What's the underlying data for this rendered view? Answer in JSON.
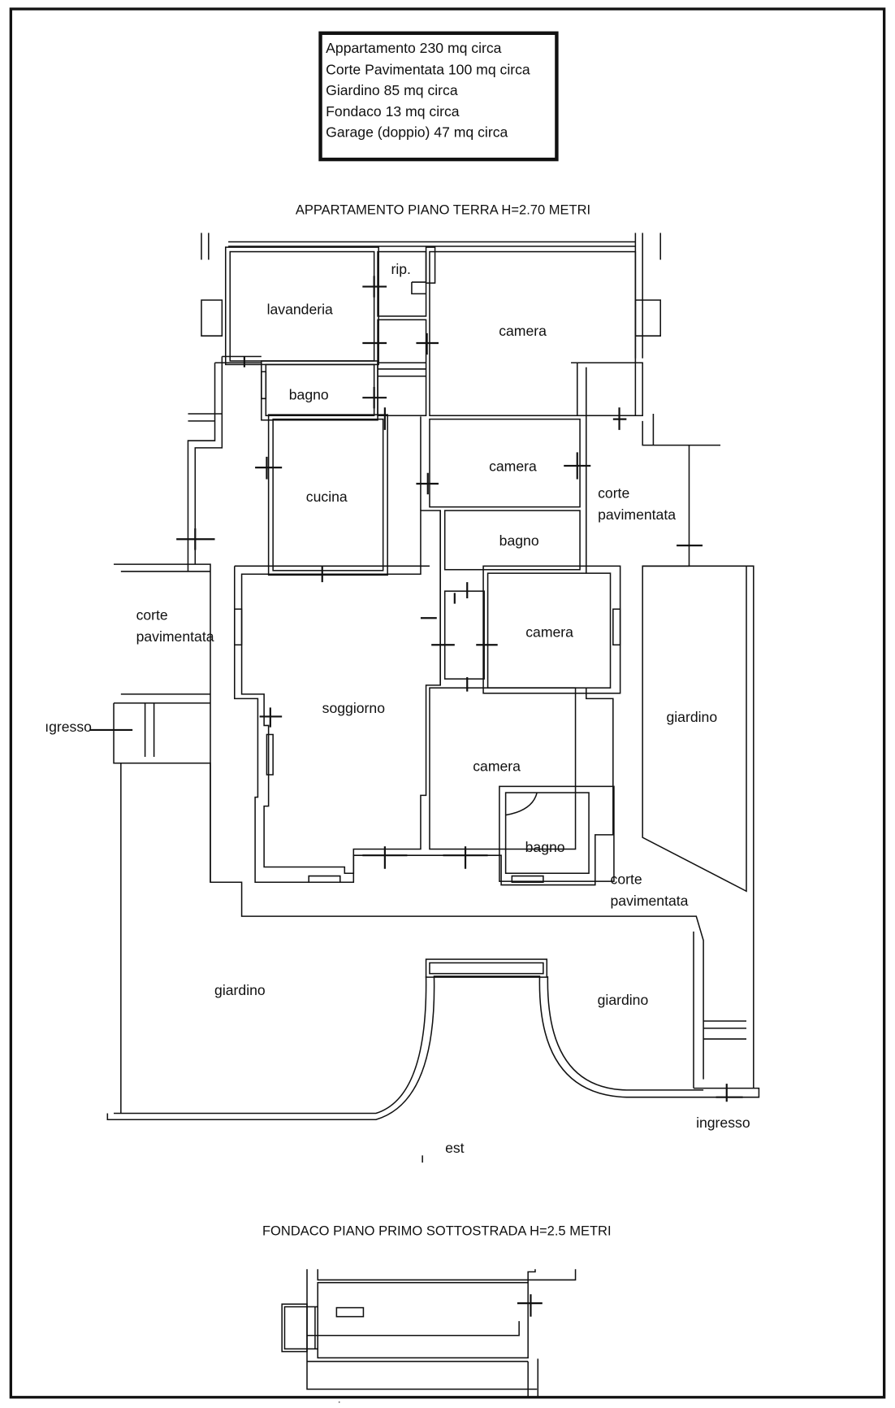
{
  "summary_box": {
    "lines": [
      "Appartamento 230 mq circa",
      "Corte Pavimentata 100 mq circa",
      "Giardino 85 mq circa",
      "Fondaco 13 mq circa",
      "Garage (doppio) 47 mq circa"
    ]
  },
  "ground_floor": {
    "title": "APPARTAMENTO PIANO TERRA H=2.70 METRI",
    "rooms": {
      "lavanderia": "lavanderia",
      "ripostiglio": "rip.",
      "camera_1": "camera",
      "bagno_1": "bagno",
      "cucina": "cucina",
      "camera_2": "camera",
      "bagno_2": "bagno",
      "camera_3": "camera",
      "soggiorno": "soggiorno",
      "camera_4": "camera",
      "bagno_3": "bagno"
    },
    "outdoor": {
      "corte_right_1": "corte",
      "corte_right_2": "pavimentata",
      "corte_left_1": "corte",
      "corte_left_2": "pavimentata",
      "corte_bottom_1": "corte",
      "corte_bottom_2": "pavimentata",
      "giardino_right": "giardino",
      "giardino_left": "giardino",
      "giardino_center": "giardino",
      "ingresso_left": "ıgresso",
      "ingresso_right": "ingresso",
      "est": "est"
    }
  },
  "basement": {
    "title": "FONDACO PIANO PRIMO SOTTOSTRADA H=2.5 METRI"
  }
}
